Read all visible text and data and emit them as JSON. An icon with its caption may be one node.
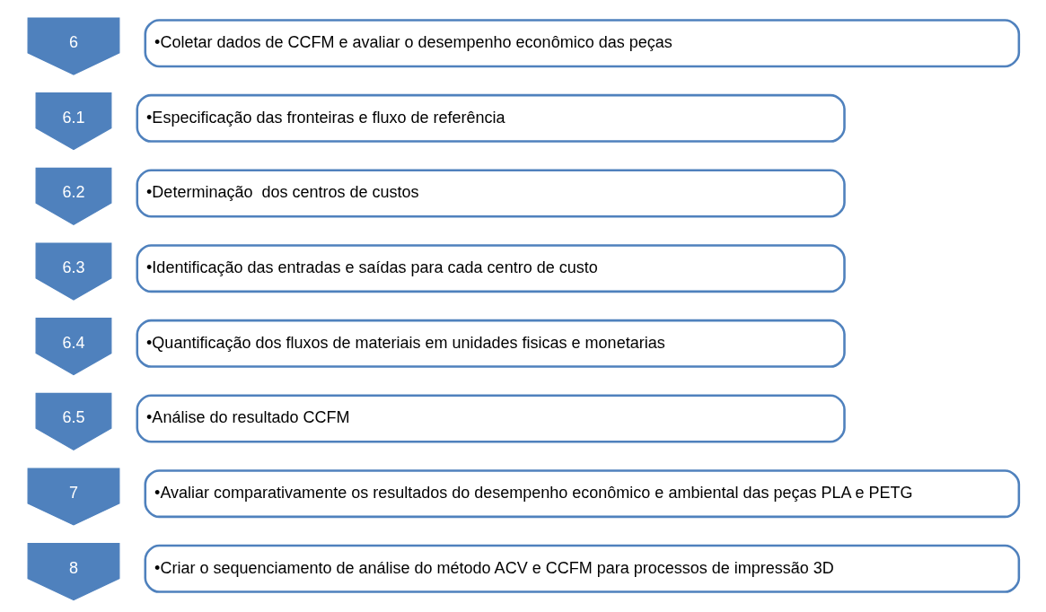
{
  "diagram": {
    "nodes": [
      {
        "text": [
          "6"
        ]
      },
      {
        "text": [
          "•Coletar dados de CCFM e avaliar o desempenho econômico das peças"
        ]
      },
      {
        "text": [
          "6.1"
        ]
      },
      {
        "text": [
          "•Especificação das fronteiras e fluxo de referência"
        ]
      },
      {
        "text": [
          "6.2"
        ]
      },
      {
        "text": [
          "•Determinação  dos centros de custos"
        ]
      },
      {
        "text": [
          "6.3"
        ]
      },
      {
        "text": [
          "•Identificação das entradas e saídas para cada centro de custo"
        ]
      },
      {
        "text": [
          "6.4"
        ]
      },
      {
        "text": [
          "•Quantificação dos fluxos de materiais em unidades fisicas e monetarias"
        ]
      },
      {
        "text": [
          "6.5"
        ]
      },
      {
        "text": [
          "•Análise do resultado CCFM"
        ]
      },
      {
        "text": [
          "7"
        ]
      },
      {
        "text": [
          "•Avaliar comparativamente os resultados do desempenho econômico e ambiental das peças PLA e PETG"
        ]
      },
      {
        "text": [
          "8"
        ]
      },
      {
        "text": [
          "•Criar o sequenciamento de análise do método ACV e CCFM para processos de impressão 3D"
        ]
      }
    ]
  }
}
